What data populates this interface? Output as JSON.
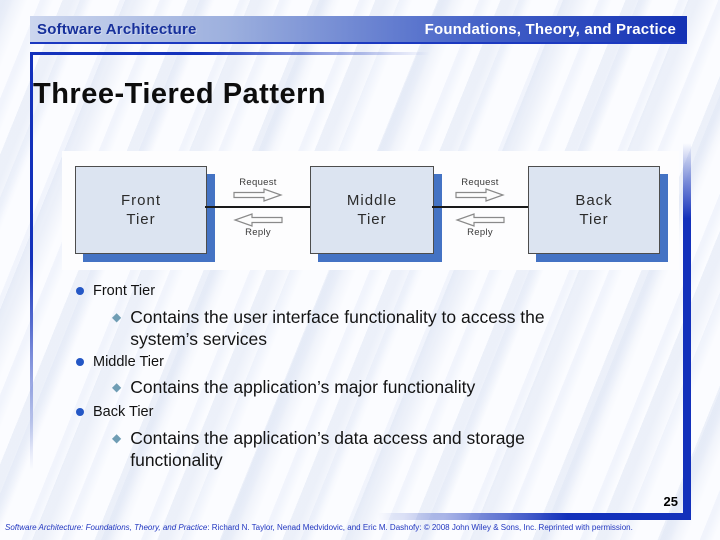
{
  "header": {
    "left_title": "Software Architecture",
    "right_title": "Foundations, Theory, and Practice"
  },
  "slide": {
    "title": "Three-Tiered Pattern",
    "page_number": "25"
  },
  "diagram": {
    "boxes": [
      {
        "line1": "Front",
        "line2": "Tier"
      },
      {
        "line1": "Middle",
        "line2": "Tier"
      },
      {
        "line1": "Back",
        "line2": "Tier"
      }
    ],
    "request_label": "Request",
    "reply_label": "Reply"
  },
  "bullets": [
    {
      "label": "Front Tier",
      "sub_lines": [
        "Contains the user interface functionality to access the",
        "system’s services"
      ]
    },
    {
      "label": "Middle Tier",
      "sub_lines": [
        "Contains the application’s major functionality"
      ]
    },
    {
      "label": "Back Tier",
      "sub_lines": [
        "Contains the application’s data access and storage",
        "functionality"
      ]
    }
  ],
  "footer": {
    "book_title": "Software Architecture: Foundations, Theory, and Practice",
    "credits": ": Richard N. Taylor, Nenad Medvidovic, and Eric M. Dashofy: © 2008 John Wiley & Sons, Inc. Reprinted with permission."
  },
  "colors": {
    "accent_blue": "#1331bb",
    "header_dark_blue": "#1331b4",
    "header_text_blue": "#17309b",
    "box_fill": "#dce4f1",
    "box_shadow_blue": "#4473c4",
    "bullet_dot_blue": "#2457c5",
    "diamond_steel_blue": "#6f9db4",
    "footer_blue": "#2136c0"
  }
}
